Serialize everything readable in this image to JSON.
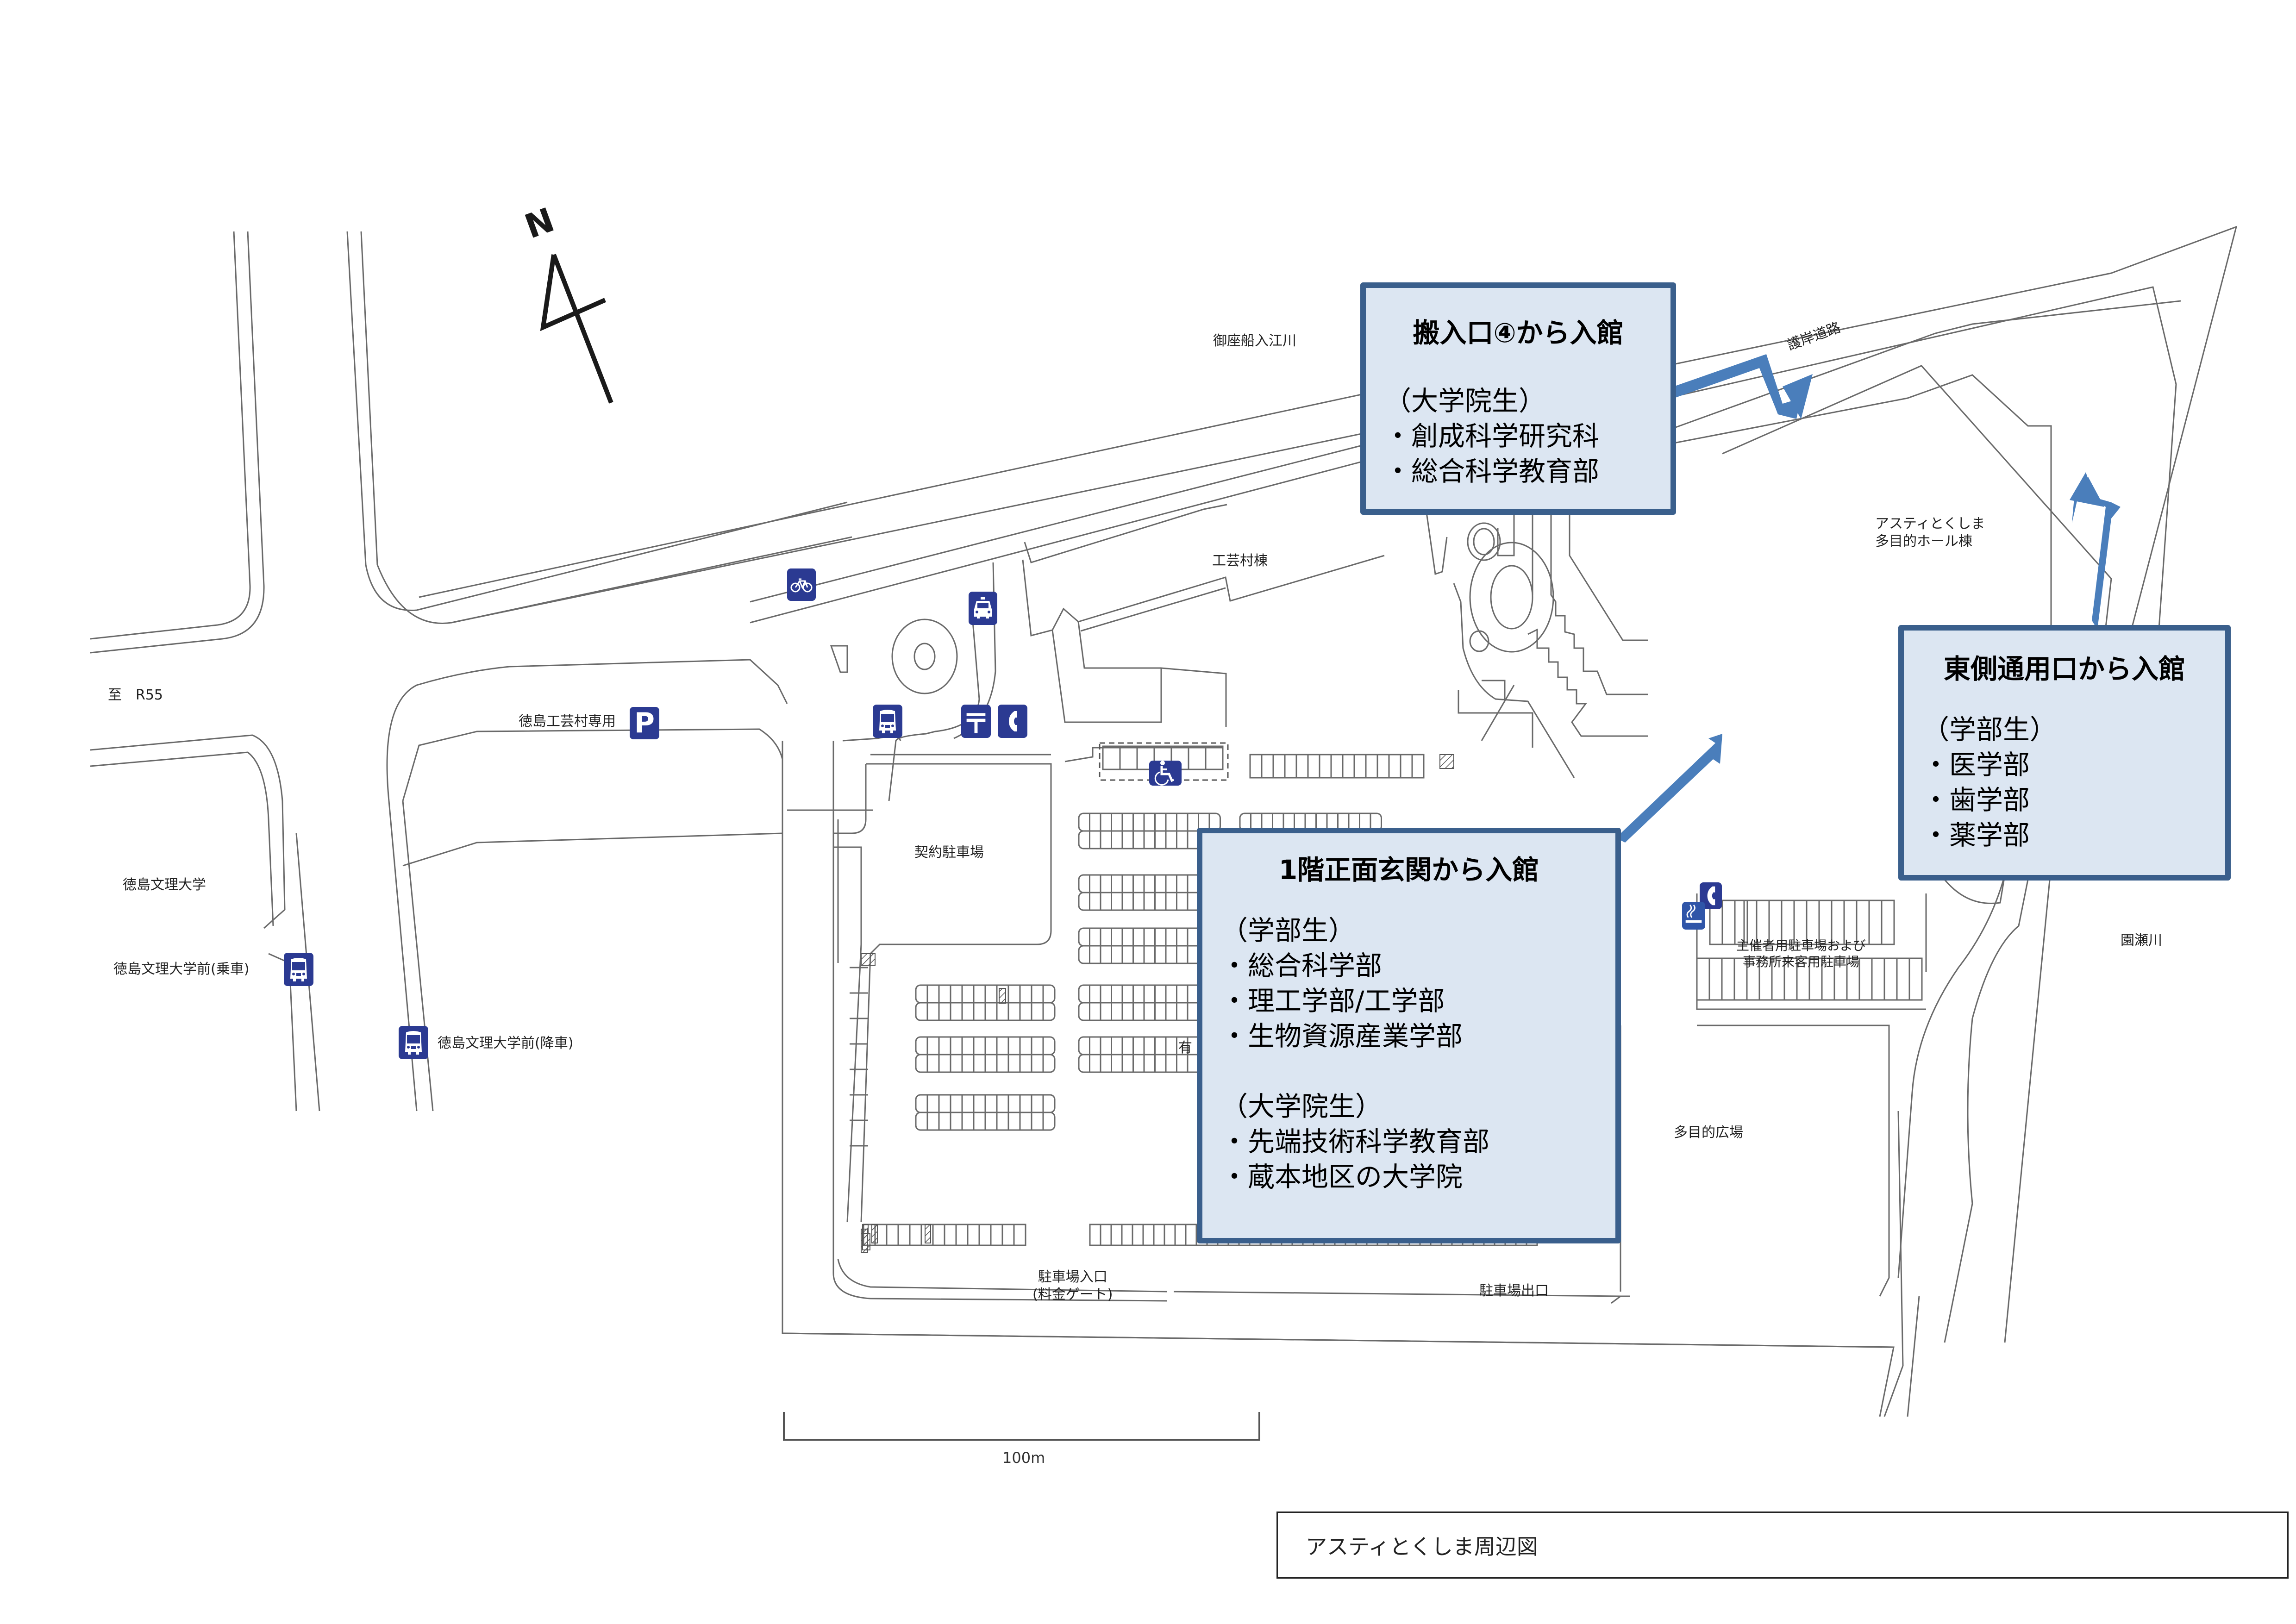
{
  "map": {
    "caption": "アスティとくしま周辺図",
    "north_label": "N",
    "scale_label": "100m",
    "colors": {
      "icon_bg": "#2b3a92",
      "box_bg": "#dce6f2",
      "box_border": "#3a5f8c",
      "arrow": "#4a7ebb"
    },
    "labels": {
      "to_r55": "至　R55",
      "bunri_univ": "徳島文理大学",
      "bus_stop_board": "徳島文理大学前(乗車)",
      "bus_stop_alight": "徳島文理大学前(降車)",
      "kogeimura_parking": "徳島工芸村専用",
      "river_gozafune": "御座船入江川",
      "kogeimura_building": "工芸村棟",
      "seawall_road": "護岸道路",
      "asty_hall_line1": "アスティとくしま",
      "asty_hall_line2": "多目的ホール棟",
      "contract_parking": "契約駐車場",
      "paid_parking_partial": "有",
      "organizer_parking_line1": "主催者用駐車場および",
      "organizer_parking_line2": "事務所来客用駐車場",
      "sonose_river": "園瀬川",
      "multipurpose_plaza": "多目的広場",
      "parking_entrance_line1": "駐車場入口",
      "parking_entrance_line2": "(料金ゲート)",
      "parking_exit": "駐車場出口"
    },
    "icons": {
      "bicycle": "bicycle-parking-icon",
      "taxi": "taxi-icon",
      "bus": "bus-stop-icon",
      "post": "postal-icon",
      "phone": "telephone-icon",
      "parking": "parking-icon",
      "wheelchair": "wheelchair-icon",
      "smoking": "smoking-area-icon",
      "parking_letter": "P",
      "post_glyph": "〒"
    }
  },
  "entrances": [
    {
      "title": "搬入口④から入館",
      "groups": [
        {
          "heading": "（大学院生）",
          "items": [
            "・創成科学研究科",
            "・総合科学教育部"
          ]
        }
      ]
    },
    {
      "title": "東側通用口から入館",
      "groups": [
        {
          "heading": "（学部生）",
          "items": [
            "・医学部",
            "・歯学部",
            "・薬学部"
          ]
        }
      ]
    },
    {
      "title": "1階正面玄関から入館",
      "groups": [
        {
          "heading": "（学部生）",
          "items": [
            "・総合科学部",
            "・理工学部/工学部",
            "・生物資源産業学部"
          ]
        },
        {
          "heading": "（大学院生）",
          "items": [
            "・先端技術科学教育部",
            "・蔵本地区の大学院"
          ]
        }
      ]
    }
  ]
}
